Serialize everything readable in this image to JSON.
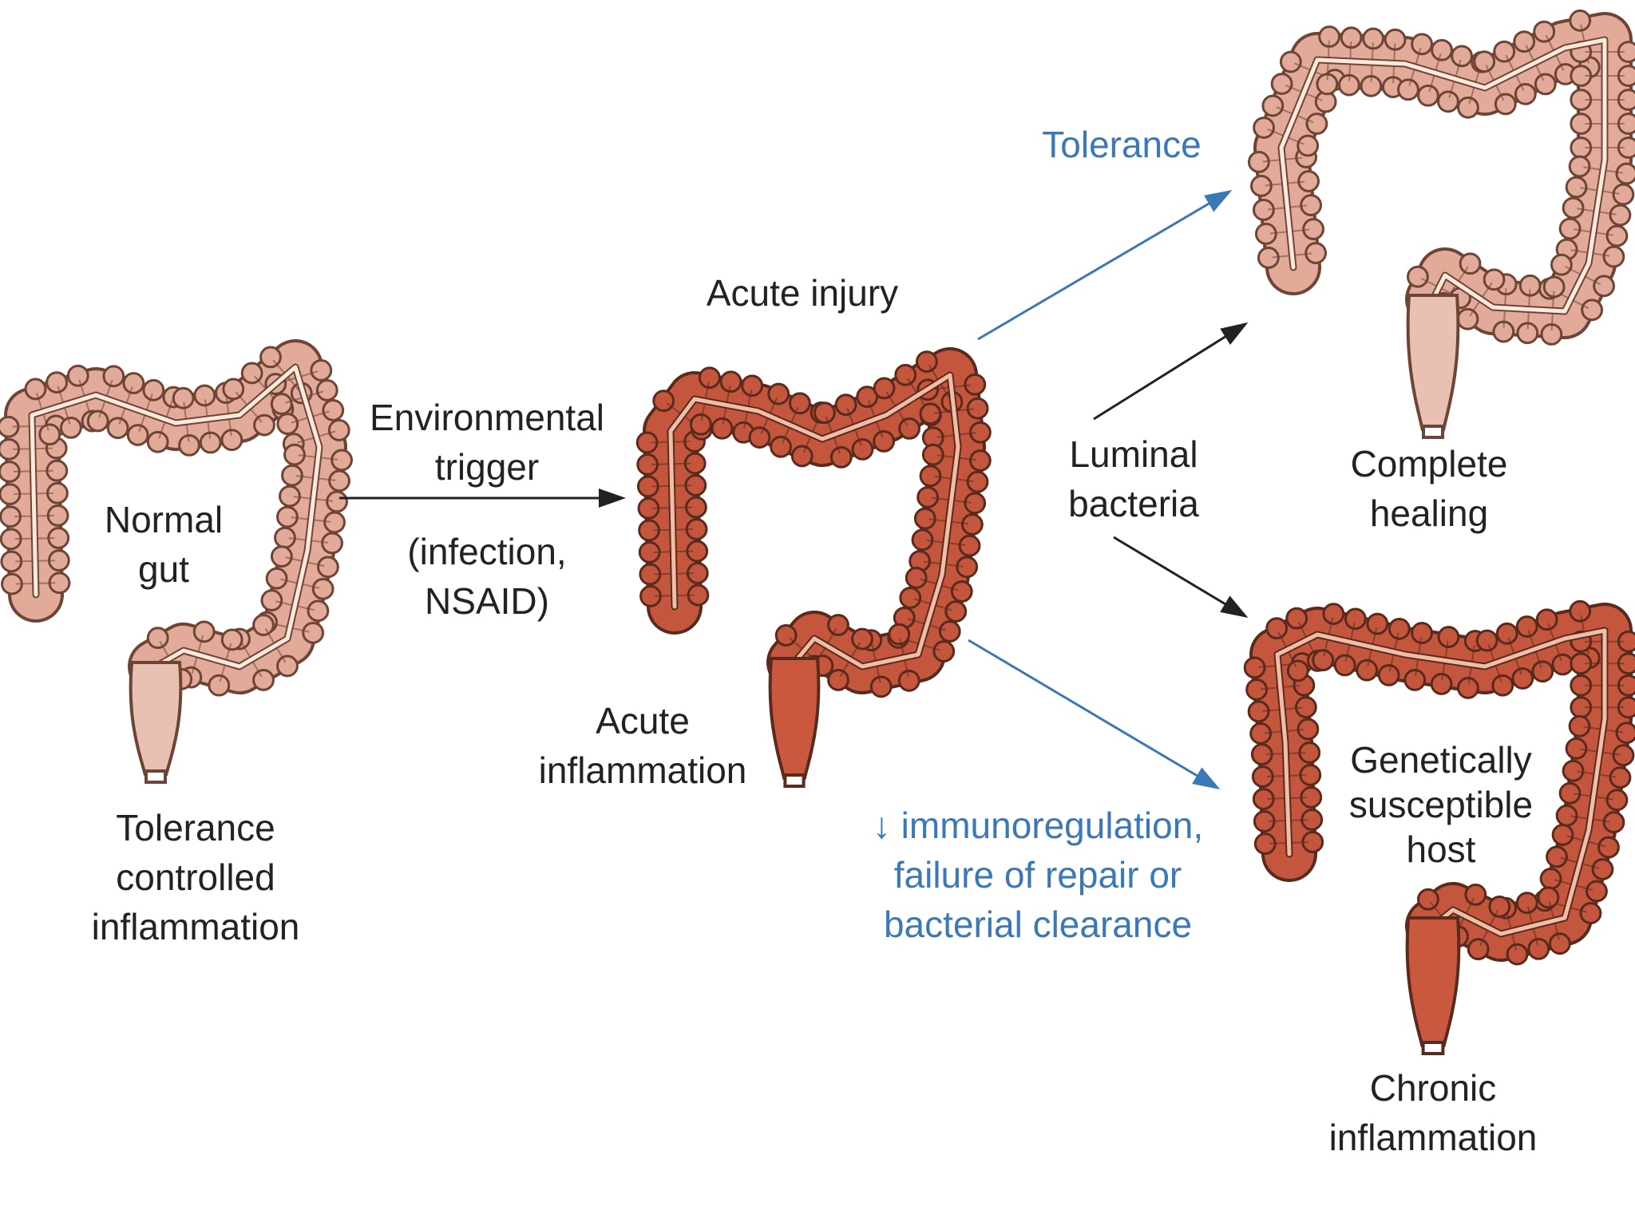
{
  "colors": {
    "normal_fill": "#e2aa98",
    "normal_stroke": "#6e4436",
    "inflamed_fill": "#c4563e",
    "inflamed_stroke": "#5a2a1c",
    "lumen_line": "#fbe9dc",
    "blue_arrow": "#3a78b8",
    "black_arrow": "#222222",
    "blue_text": "#3a78b8"
  },
  "labels": {
    "normal_gut": [
      "Normal",
      "gut"
    ],
    "tolerance_controlled": [
      "Tolerance",
      "controlled",
      "inflammation"
    ],
    "environmental_trigger": [
      "Environmental",
      "trigger"
    ],
    "trigger_examples": [
      "(infection,",
      "NSAID)"
    ],
    "acute_injury": "Acute injury",
    "acute_inflammation": [
      "Acute",
      "inflammation"
    ],
    "tolerance": "Tolerance",
    "luminal_bacteria": [
      "Luminal",
      "bacteria"
    ],
    "complete_healing": [
      "Complete",
      "healing"
    ],
    "immunoregulation": [
      "↓ immunoregulation,",
      "failure of repair or",
      "bacterial clearance"
    ],
    "genetically_susceptible": [
      "Genetically",
      "susceptible",
      "host"
    ],
    "chronic_inflammation": [
      "Chronic",
      "inflammation"
    ]
  }
}
